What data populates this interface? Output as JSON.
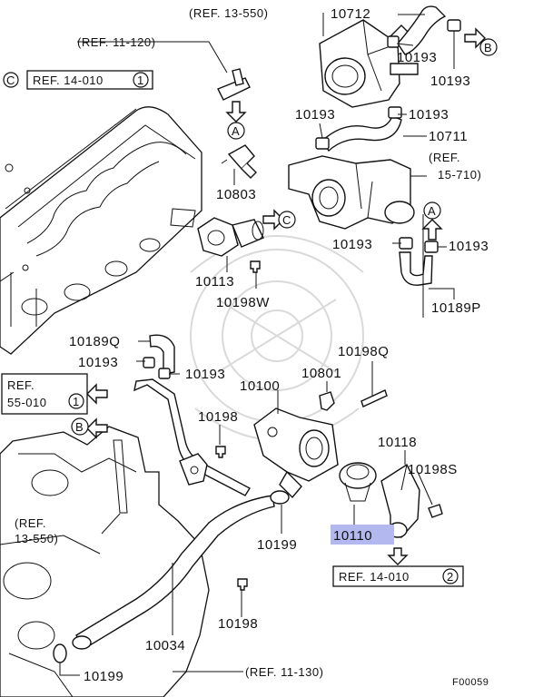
{
  "figure_code": "F00059",
  "refs": {
    "ref_13_550_top": "(REF. 13-550)",
    "ref_11_120": "(REF. 11-120)",
    "ref_14_010_1": "REF. 14-010",
    "ref_14_010_1_circle": "1",
    "ref_15_710_line1": "(REF.",
    "ref_15_710_line2": "15-710)",
    "ref_55_010_line1": "REF.",
    "ref_55_010_line2": "55-010",
    "ref_55_010_circle": "1",
    "ref_13_550_bottom_line1": "(REF.",
    "ref_13_550_bottom_line2": "13-550)",
    "ref_14_010_2": "REF. 14-010",
    "ref_14_010_2_circle": "2",
    "ref_11_130": "(REF. 11-130)"
  },
  "markers": {
    "a_top": "A",
    "a_mid": "A",
    "b_top": "B",
    "b_left": "B",
    "c_right": "C",
    "c_left": "C"
  },
  "parts": {
    "p10712": "10712",
    "p10193_a": "10193",
    "p10193_b": "10193",
    "p10193_c": "10193",
    "p10193_d": "10193",
    "p10711": "10711",
    "p10803": "10803",
    "p10193_e": "10193",
    "p10193_f": "10193",
    "p10113": "10113",
    "p10198w": "10198W",
    "p10189p": "10189P",
    "p10189q": "10189Q",
    "p10193_g": "10193",
    "p10193_h": "10193",
    "p10198q": "10198Q",
    "p10100": "10100",
    "p10801": "10801",
    "p10198": "10198",
    "p10118": "10118",
    "p10198s": "10198S",
    "p10110": "10110",
    "p10199_a": "10199",
    "p10198_b": "10198",
    "p10034": "10034",
    "p10199_b": "10199"
  },
  "colors": {
    "highlight": "#b3b8ee",
    "line": "#111111",
    "watermark": "#d9d9d9"
  }
}
